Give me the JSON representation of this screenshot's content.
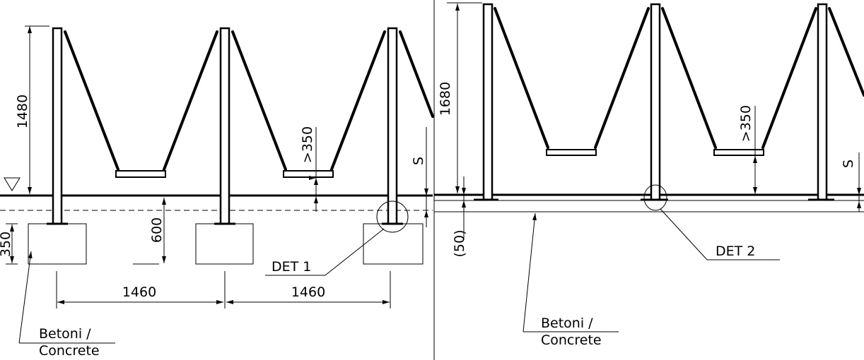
{
  "left_view": {
    "dim_height": "1480",
    "dim_depth": "600",
    "dim_footing": "350",
    "dim_seat_clearance": ">350",
    "dim_s": "S",
    "dim_spacing_1": "1460",
    "dim_spacing_2": "1460",
    "detail_label": "DET 1",
    "material_fi": "Betoni /",
    "material_en": "Concrete"
  },
  "right_view": {
    "dim_height": "1680",
    "dim_offset": "(50)",
    "dim_seat_clearance": ">350",
    "dim_s": "S",
    "detail_label": "DET 2",
    "material_fi": "Betoni /",
    "material_en": "Concrete"
  }
}
